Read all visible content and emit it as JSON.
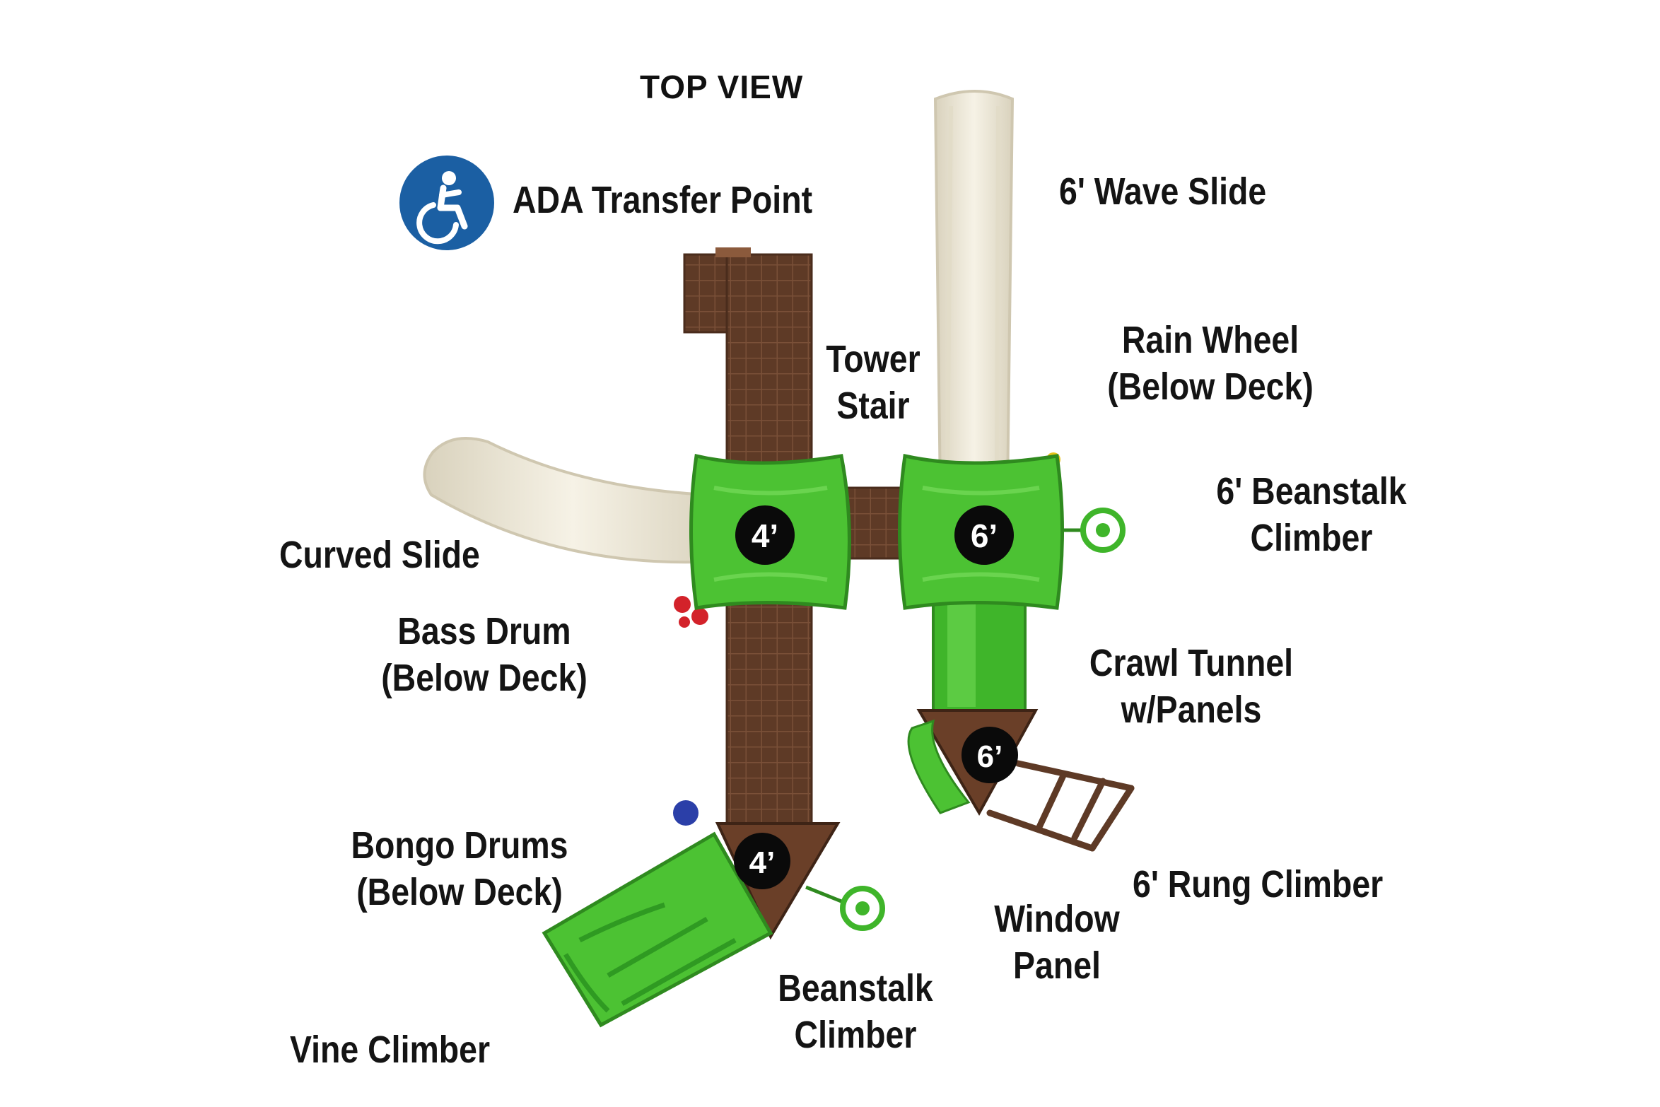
{
  "title": "TOP VIEW",
  "ada": {
    "icon": "wheelchair-accessibility-icon",
    "label": "ADA Transfer  Point",
    "color": "#1b5fa3"
  },
  "labels": {
    "wave_slide": "6' Wave Slide",
    "rain_wheel": [
      "Rain Wheel",
      "(Below Deck)"
    ],
    "tower_stair": [
      "Tower",
      "Stair"
    ],
    "beanstalk_climber_6": [
      "6' Beanstalk",
      "Climber"
    ],
    "curved_slide": "Curved Slide",
    "bass_drum": [
      "Bass Drum",
      "(Below Deck)"
    ],
    "crawl_tunnel": [
      "Crawl Tunnel",
      "w/Panels"
    ],
    "bongo_drums": [
      "Bongo Drums",
      "(Below Deck)"
    ],
    "rung_climber": "6' Rung Climber",
    "window_panel": [
      "Window",
      "Panel"
    ],
    "beanstalk_climber": [
      "Beanstalk",
      "Climber"
    ],
    "vine_climber": "Vine Climber"
  },
  "deck_heights": {
    "left_deck": "4’",
    "right_deck": "6’",
    "triangle_deck_right": "6’",
    "triangle_deck_left": "4’"
  },
  "colors": {
    "deck_green": "#4cc233",
    "deck_green_dark": "#2f9a22",
    "stair_brown": "#5e3a26",
    "slide_cream": "#efe9d8",
    "ada_blue": "#1b5fa3"
  }
}
